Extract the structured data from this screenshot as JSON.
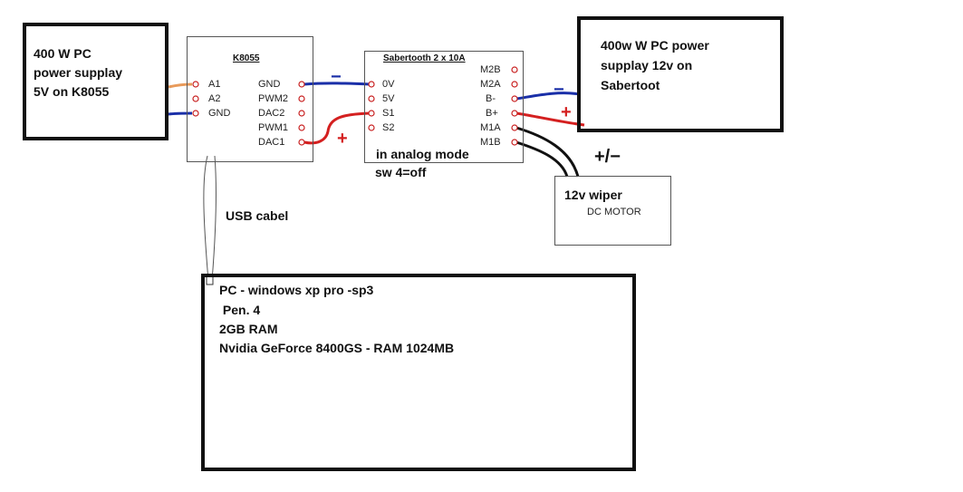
{
  "psu_left": {
    "lines": [
      "400 W PC",
      "power supplay",
      "5V on K8055"
    ]
  },
  "psu_right": {
    "lines": [
      "400w W PC power",
      "supplay 12v on",
      "Sabertoot"
    ]
  },
  "k8055": {
    "title": "K8055",
    "left_pins": [
      "A1",
      "A2",
      "GND"
    ],
    "right_pins": [
      "GND",
      "PWM2",
      "DAC2",
      "PWM1",
      "DAC1"
    ]
  },
  "sabertooth": {
    "title": "Sabertooth 2 x 10A",
    "left_pins": [
      "0V",
      "5V",
      "S1",
      "S2"
    ],
    "right_pins": [
      "M2B",
      "M2A",
      "B-",
      "B+",
      "M1A",
      "M1B"
    ],
    "note_lines": [
      "in analog mode",
      "sw 4=off"
    ]
  },
  "motor": {
    "title": "12v wiper",
    "subtitle": "DC MOTOR"
  },
  "usb": {
    "label": "USB cabel"
  },
  "pc": {
    "lines": [
      "PC - windows xp pro -sp3",
      " Pen. 4",
      "2GB RAM",
      "Nvidia GeForce 8400GS - RAM 1024MB"
    ]
  },
  "signs": {
    "k_minus": "−",
    "k_plus": "+",
    "r_minus": "−",
    "r_plus": "+",
    "motor_pm": "+/−"
  },
  "colors": {
    "wire_blue": "#1a2fa8",
    "wire_red": "#d42020",
    "wire_orange": "#e89a5a",
    "wire_black": "#111111",
    "pin_red": "#c82020"
  }
}
